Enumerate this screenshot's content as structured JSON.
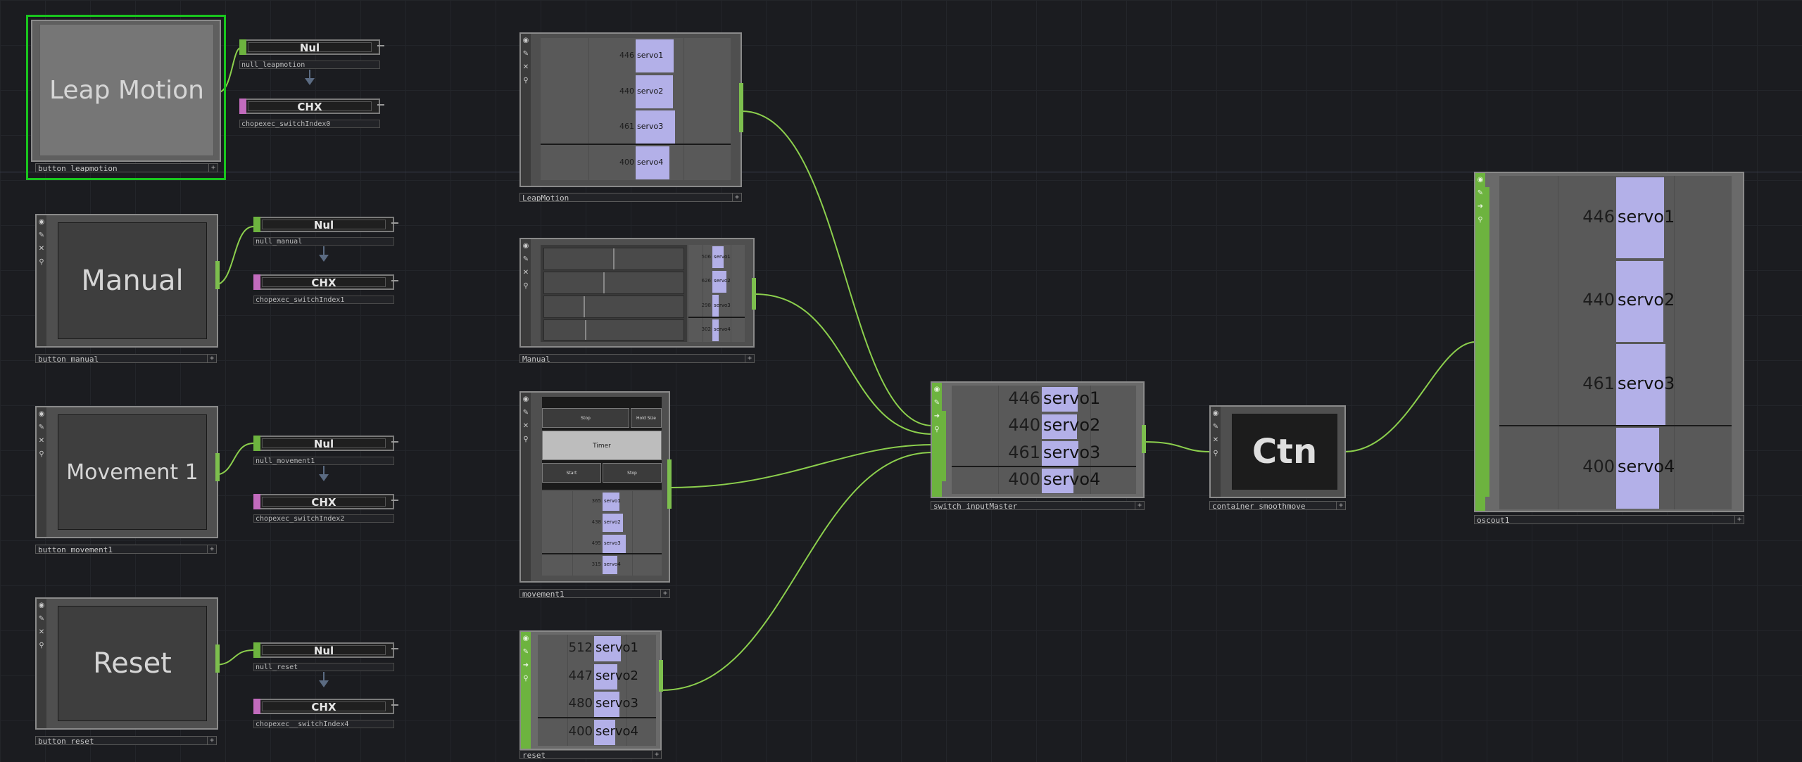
{
  "nodes": {
    "button_leapmotion": {
      "title": "Leap Motion",
      "label": "button_leapmotion"
    },
    "button_manual": {
      "title": "Manual",
      "label": "button_manual"
    },
    "button_movement1": {
      "title": "Movement 1",
      "label": "button_movement1"
    },
    "button_reset": {
      "title": "Reset",
      "label": "button_reset"
    },
    "null_leapmotion": {
      "type": "Nul",
      "label": "null_leapmotion"
    },
    "null_manual": {
      "type": "Nul",
      "label": "null_manual"
    },
    "null_movement1": {
      "type": "Nul",
      "label": "null_movement1"
    },
    "null_reset": {
      "type": "Nul",
      "label": "null_reset"
    },
    "chopexec_0": {
      "type": "CHX",
      "label": "chopexec_switchIndex0"
    },
    "chopexec_1": {
      "type": "CHX",
      "label": "chopexec_switchIndex1"
    },
    "chopexec_2": {
      "type": "CHX",
      "label": "chopexec_switchIndex2"
    },
    "chopexec_4": {
      "type": "CHX",
      "label": "chopexec__switchIndex4"
    },
    "leapmotion": {
      "label": "LeapMotion"
    },
    "manual": {
      "label": "Manual"
    },
    "movement1": {
      "label": "movement1"
    },
    "reset": {
      "label": "reset"
    },
    "switch_inputmaster": {
      "label": "switch_inputMaster"
    },
    "container_smoothmove": {
      "type": "Ctn",
      "label": "container_smoothmove"
    },
    "oscout1": {
      "label": "oscout1"
    }
  },
  "channels": {
    "leapmotion": [
      {
        "value": "446",
        "name": "servo1",
        "level": 0.446
      },
      {
        "value": "440",
        "name": "servo2",
        "level": 0.44
      },
      {
        "value": "461",
        "name": "servo3",
        "level": 0.461
      },
      {
        "value": "400",
        "name": "servo4",
        "level": 0.4
      }
    ],
    "manual": [
      {
        "value": "506",
        "name": "servo1",
        "level": 0.506
      },
      {
        "value": "626",
        "name": "servo2",
        "level": 0.626
      },
      {
        "value": "298",
        "name": "servo3",
        "level": 0.298
      },
      {
        "value": "302",
        "name": "servo4",
        "level": 0.302
      }
    ],
    "movement1": [
      {
        "value": "365",
        "name": "servo1",
        "level": 0.365
      },
      {
        "value": "438",
        "name": "servo2",
        "level": 0.438
      },
      {
        "value": "495",
        "name": "servo3",
        "level": 0.495
      },
      {
        "value": "315",
        "name": "servo4",
        "level": 0.315
      }
    ],
    "reset": [
      {
        "value": "512",
        "name": "servo1",
        "level": 0.512
      },
      {
        "value": "447",
        "name": "servo2",
        "level": 0.447
      },
      {
        "value": "480",
        "name": "servo3",
        "level": 0.48
      },
      {
        "value": "400",
        "name": "servo4",
        "level": 0.4
      }
    ],
    "switch_inputmaster": [
      {
        "value": "446",
        "name": "servo1",
        "level": 0.446
      },
      {
        "value": "440",
        "name": "servo2",
        "level": 0.44
      },
      {
        "value": "461",
        "name": "servo3",
        "level": 0.461
      },
      {
        "value": "400",
        "name": "servo4",
        "level": 0.4
      }
    ],
    "oscout1": [
      {
        "value": "446",
        "name": "servo1",
        "level": 0.446
      },
      {
        "value": "440",
        "name": "servo2",
        "level": 0.44
      },
      {
        "value": "461",
        "name": "servo3",
        "level": 0.461
      },
      {
        "value": "400",
        "name": "servo4",
        "level": 0.4
      }
    ]
  },
  "movement1_panel": {
    "btn_a": "Stop",
    "btn_b": "Hold Size",
    "timer": "Timer",
    "btn_c": "Start",
    "btn_d": "Stop"
  },
  "icons": {
    "flag": "+",
    "sb_toggle": "◉",
    "sb_pick": "✎",
    "sb_close": "✕",
    "sb_link": "⚲",
    "sb_arrow": "➜"
  },
  "colors": {
    "selected_border": "#19c51e",
    "bar": "#b3b0e8",
    "wire": "#8ccf4d",
    "green_sidebar": "#6db33f"
  }
}
